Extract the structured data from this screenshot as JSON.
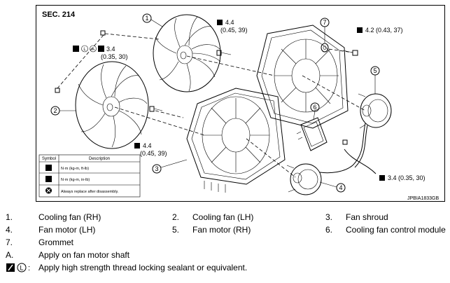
{
  "diagram": {
    "section": "SEC. 214",
    "code": "JPBIA1833GB",
    "torques": [
      {
        "top": "4.4",
        "bottom": "(0.45, 39)"
      },
      {
        "top": "4.2 (0.43, 37)",
        "bottom": ""
      },
      {
        "top": "3.4",
        "bottom": "(0.35, 30)"
      },
      {
        "top": "4.4",
        "bottom": "(0.45, 39)"
      },
      {
        "top": "3.4 (0.35, 30)",
        "bottom": ""
      }
    ],
    "callouts": [
      "1",
      "2",
      "3",
      "4",
      "5",
      "6",
      "7"
    ],
    "symbol_table": {
      "headers": [
        "Symbol",
        "Description"
      ],
      "rows": [
        "N·m (kg-m, ft-lb)",
        "N·m (kg-m, in-lb)",
        "Always replace after disassembly."
      ]
    },
    "sym_letters": {
      "l": "L",
      "a": "A"
    }
  },
  "legend": [
    {
      "num": "1.",
      "text": "Cooling fan (RH)"
    },
    {
      "num": "2.",
      "text": "Cooling fan (LH)"
    },
    {
      "num": "3.",
      "text": "Fan shroud"
    },
    {
      "num": "4.",
      "text": "Fan motor (LH)"
    },
    {
      "num": "5.",
      "text": "Fan motor (RH)"
    },
    {
      "num": "6.",
      "text": "Cooling fan control module"
    },
    {
      "num": "7.",
      "text": "Grommet"
    },
    {
      "num": "A.",
      "text": "Apply on fan motor shaft"
    },
    {
      "num": "",
      "text": "Apply high strength thread locking sealant or equivalent."
    }
  ]
}
